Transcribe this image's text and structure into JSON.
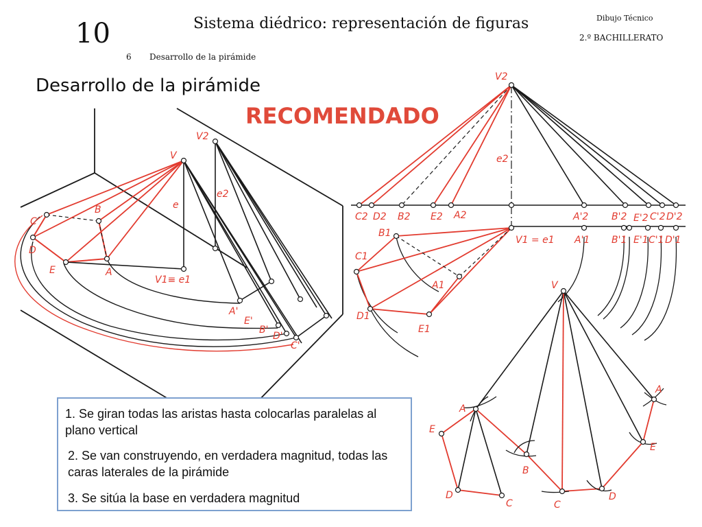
{
  "header": {
    "unit_number": "10",
    "title": "Sistema diédrico: representación de figuras",
    "section_number": "6",
    "section_name": "Desarrollo de la pirámide",
    "subject": "Dibujo Técnico",
    "course": "2.º BACHILLERATO"
  },
  "slide": {
    "title": "Desarrollo de la pirámide",
    "badge": "RECOMENDADO",
    "badge_color": "#e04a3a"
  },
  "steps": [
    "1. Se giran todas las aristas hasta colocarlas paralelas al plano vertical",
    "2. Se van construyendo, en verdadera magnitud, todas las caras laterales de la pirámide",
    "3. Se sitúa la base en verdadera magnitud"
  ],
  "labels": {
    "perspective": {
      "V": "V",
      "V2": "V2",
      "e": "e",
      "e2": "e2",
      "A": "A",
      "B": "B",
      "C": "C",
      "D": "D",
      "E": "E",
      "V1e1": "V1≡ e1",
      "Ap": "A'",
      "Bp": "B'",
      "Cp": "C'",
      "Dp": "D'",
      "Ep": "E'"
    },
    "projection": {
      "V2": "V2",
      "e2": "e2",
      "C2": "C2",
      "D2": "D2",
      "B2": "B2",
      "E2": "E2",
      "A2": "A2",
      "A2p": "A'2",
      "B2p": "B'2",
      "E2p": "E'2",
      "C2p": "C'2",
      "D2p": "D'2",
      "V1e1": "V1 = e1",
      "A1p": "A'1",
      "B1p": "B'1",
      "E1p": "E'1",
      "C1p": "C'1",
      "D1p": "D'1",
      "B1": "B1",
      "C1": "C1",
      "A1": "A1",
      "D1": "D1",
      "E1": "E1"
    },
    "development": {
      "V": "V",
      "A1": "A",
      "A2": "A",
      "B": "B",
      "C1": "C",
      "C2": "C",
      "D1": "D",
      "D2": "D",
      "E1": "E",
      "E2": "E"
    }
  },
  "colors": {
    "construction_red": "#e23b2f",
    "ink": "#1a1a1a",
    "box_border": "#7da0cf"
  }
}
